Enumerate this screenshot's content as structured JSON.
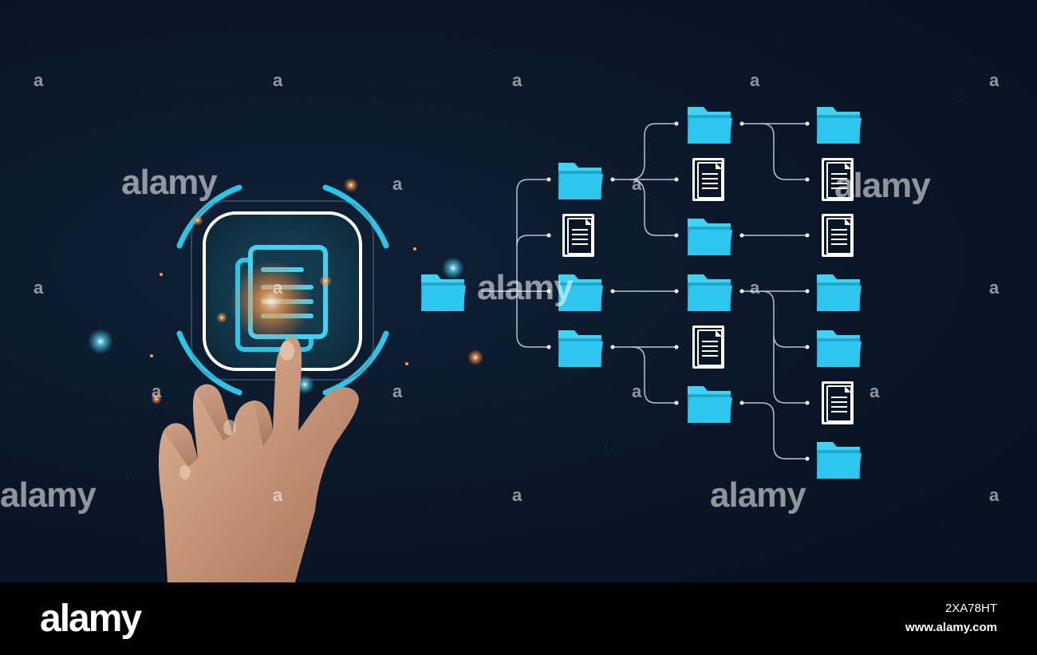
{
  "watermark": {
    "big_text": "alamy",
    "small_text": "a"
  },
  "footer": {
    "logo": "alamy",
    "image_id": "2XA78HT",
    "url": "www.alamy.com"
  },
  "colors": {
    "background": "#0a1628",
    "accent": "#29c6ea",
    "line": "#cfe3ee",
    "document": "#ffffff"
  },
  "icons": {
    "central": "copy-document-icon",
    "folder": "folder-icon",
    "document": "document-icon"
  }
}
